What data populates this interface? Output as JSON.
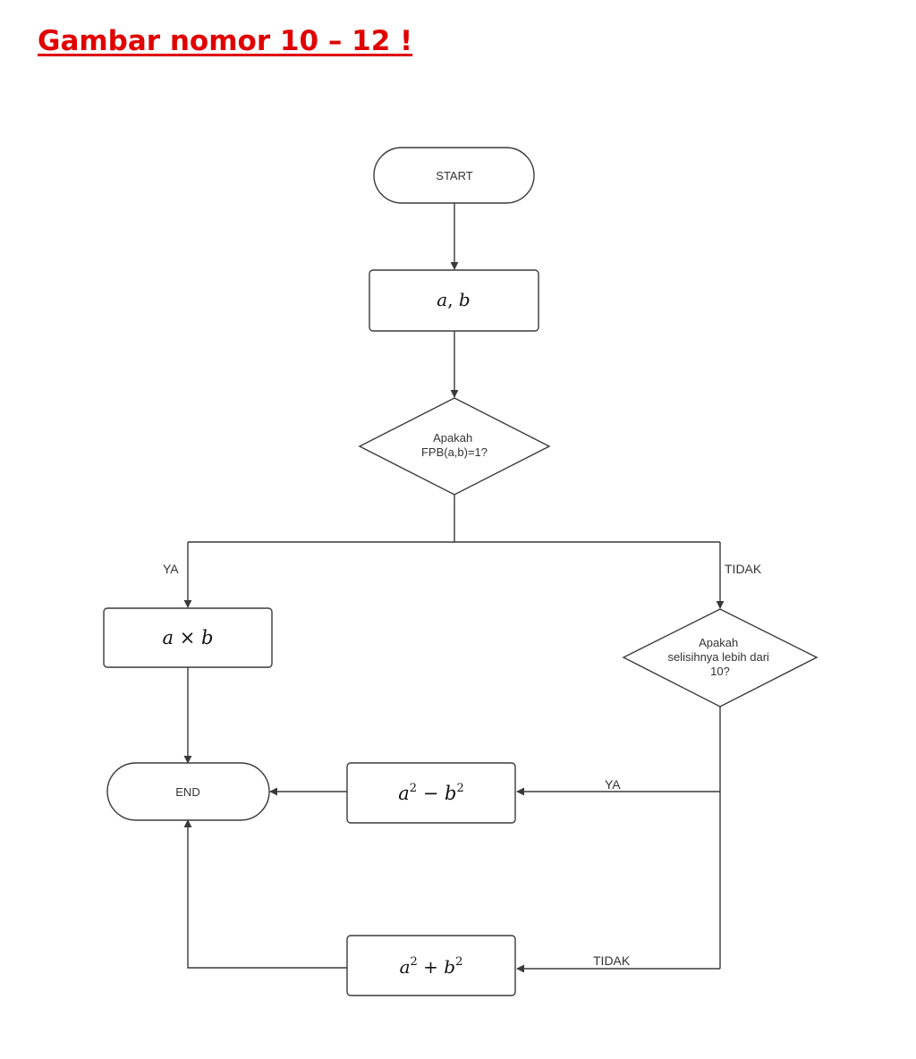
{
  "title": "Gambar nomor 10 – 12 !",
  "colors": {
    "title": "#e00000",
    "stroke": "#3a3a3a",
    "text": "#333333"
  },
  "flowchart": {
    "start": "START",
    "input": [
      "a",
      ", ",
      "b"
    ],
    "decision1": [
      "Apakah",
      "FPB(a,b)=1?"
    ],
    "branch1_yes": "YA",
    "branch1_no": "TIDAK",
    "process_yes": [
      "a",
      " × ",
      "b"
    ],
    "decision2": [
      "Apakah",
      "selisihnya lebih dari",
      "10?"
    ],
    "branch2_yes": "YA",
    "branch2_no": "TIDAK",
    "process_diff": [
      "a",
      "2",
      " − ",
      "b",
      "2"
    ],
    "process_sum": [
      "a",
      "2",
      " + ",
      "b",
      "2"
    ],
    "end": "END"
  }
}
